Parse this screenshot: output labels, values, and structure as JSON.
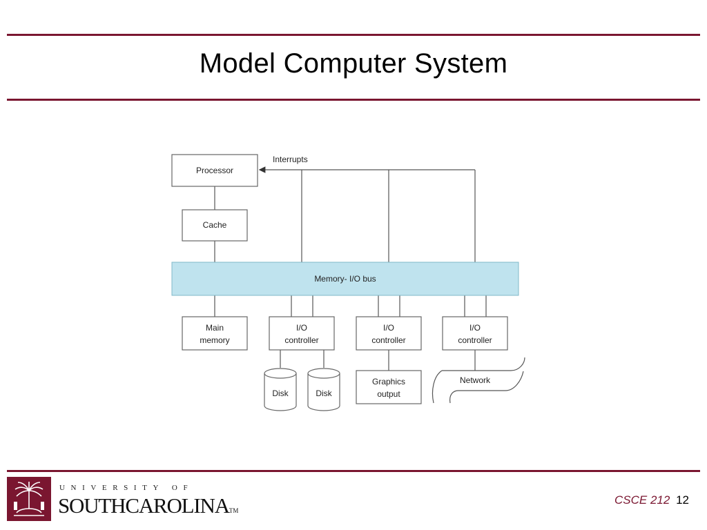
{
  "slide": {
    "title": "Model Computer System",
    "accent_color": "#7a1630"
  },
  "diagram": {
    "processor": "Processor",
    "interrupts": "Interrupts",
    "cache": "Cache",
    "bus": "Memory- I/O bus",
    "bus_color": "#bfe3ee",
    "main_memory": [
      "Main",
      "memory"
    ],
    "io_controller": [
      "I/O",
      "controller"
    ],
    "disk": "Disk",
    "graphics": [
      "Graphics",
      "output"
    ],
    "network": "Network"
  },
  "footer": {
    "logo_line1": "UNIVERSITY OF",
    "logo_line2": "SOUTHCAROLINA",
    "logo_mark": "TM",
    "course": "CSCE 212",
    "page": "12"
  }
}
